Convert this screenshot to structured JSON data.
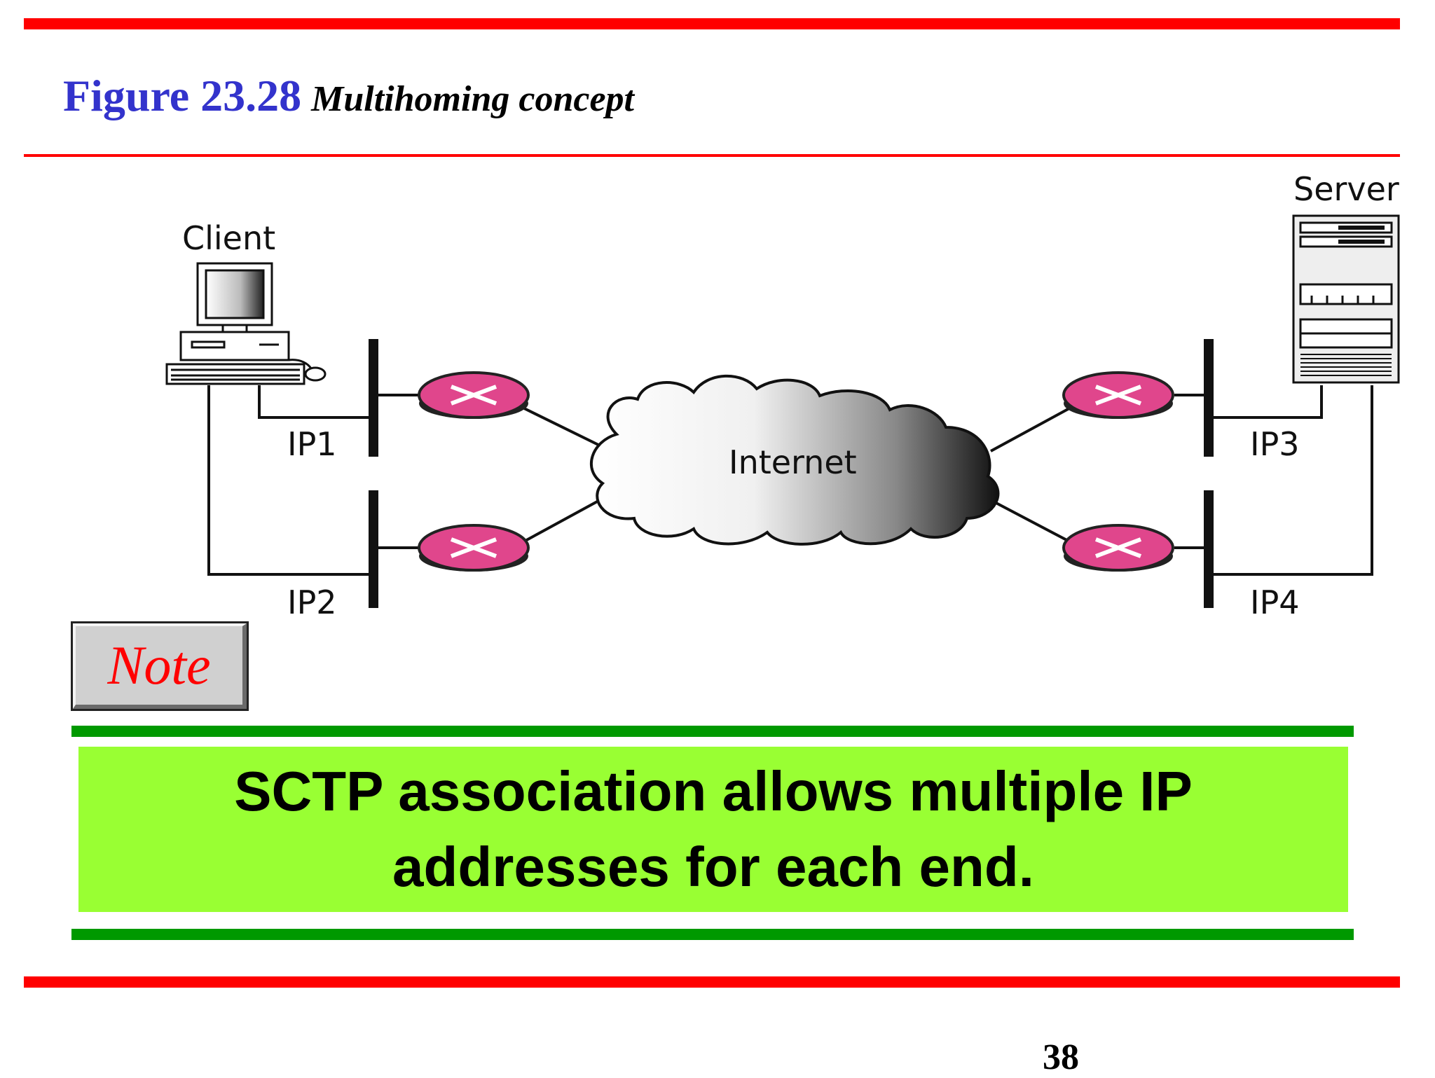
{
  "figure": {
    "number": "Figure 23.28",
    "caption": "Multihoming concept"
  },
  "diagram": {
    "client_label": "Client",
    "server_label": "Server",
    "cloud_label": "Internet",
    "ip_labels": [
      "IP1",
      "IP2",
      "IP3",
      "IP4"
    ]
  },
  "note": {
    "badge": "Note",
    "text": "SCTP association allows multiple IP addresses for each end."
  },
  "page_number": "38",
  "colors": {
    "rule_red": "#ff0000",
    "title_blue": "#3333cc",
    "note_red": "#ff0000",
    "panel_green": "#99ff33",
    "bar_green": "#009900",
    "router_pink": "#e0468c"
  }
}
